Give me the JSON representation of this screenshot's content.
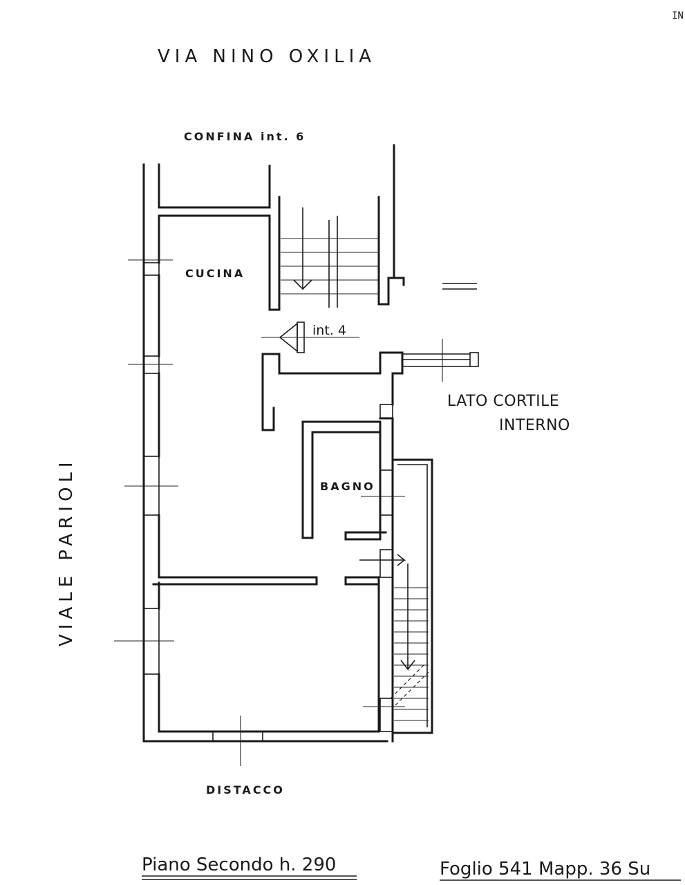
{
  "labels": {
    "street_top": "VIA NINO OXILIA",
    "street_left": "VIALE PARIOLI",
    "confina": "CONFINA int. 6",
    "cucina": "CUCINA",
    "bagno": "BAGNO",
    "entrance": "int. 4",
    "lato_cortile_line1": "LATO CORTILE",
    "lato_cortile_line2": "INTERNO",
    "distacco": "DISTACCO",
    "corner_note": "IN"
  },
  "footer": {
    "piano": "Piano Secondo h. 290",
    "foglio": "Foglio 541 Mapp. 36 Su"
  }
}
